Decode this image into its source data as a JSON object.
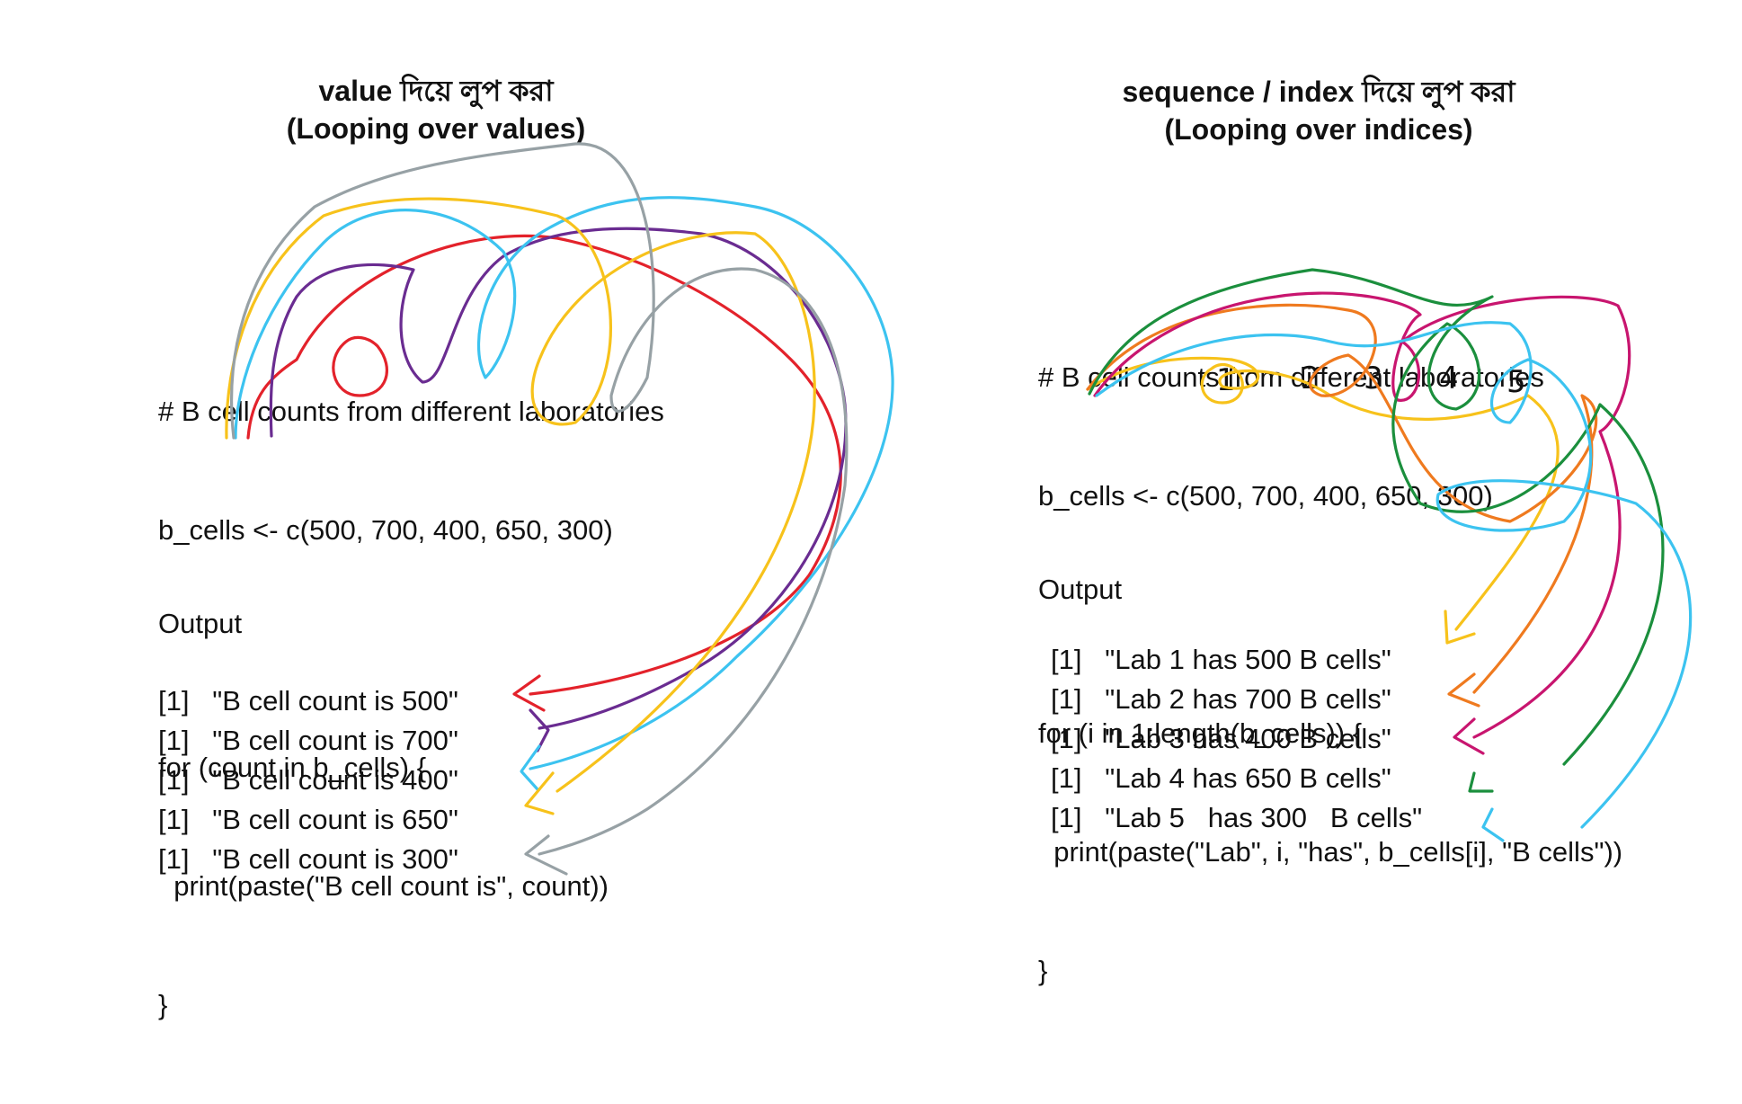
{
  "left": {
    "title_line1": "value দিয়ে লুপ করা",
    "title_line2": "(Looping over values)",
    "code": {
      "comment": "# B cell counts from different laboratories",
      "assign": "b_cells <- c(500, 700, 400, 650, 300)",
      "for_line": "for (count in b_cells) {",
      "print_line": "  print(paste(\"B cell count is\", count))",
      "close": "}"
    },
    "output_label": "Output",
    "outputs": [
      "[1]   \"B cell count is 500\"",
      "[1]   \"B cell count is 700\"",
      "[1]   \"B cell count is 400\"",
      "[1]   \"B cell count is 650\"",
      "[1]   \"B cell count is 300\""
    ]
  },
  "right": {
    "title_line1": "sequence / index দিয়ে লুপ করা",
    "title_line2": "(Looping over indices)",
    "code": {
      "comment": "# B cell counts from different laboratories",
      "assign": "b_cells <- c(500, 700, 400, 650, 300)",
      "for_line": "for (i in 1:length(b_cells)) {",
      "print_line": "  print(paste(\"Lab\", i, \"has\", b_cells[i], \"B cells\"))",
      "close": "}"
    },
    "index_digits": [
      "1",
      "2",
      "3",
      "4",
      "5"
    ],
    "output_label": "Output",
    "outputs": [
      "[1]   \"Lab 1 has 500 B cells\"",
      "[1]   \"Lab 2 has 700 B cells\"",
      "[1]   \"Lab 3 has 400 B cells\"",
      "[1]   \"Lab 4 has 650 B cells\"",
      "[1]   \"Lab 5   has 300   B cells\""
    ]
  },
  "colors": {
    "red": "#e3222b",
    "purple": "#6a2c91",
    "cyan": "#3cc3f0",
    "yellow": "#f7c21b",
    "gray": "#97a1a5",
    "orange": "#ef7a1f",
    "magenta": "#c8156f",
    "green": "#1b8f3d"
  }
}
